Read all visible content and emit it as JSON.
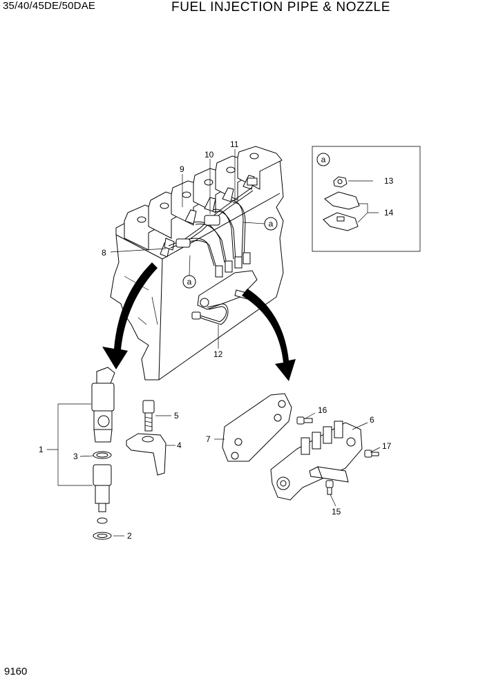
{
  "header": {
    "model": "35/40/45DE/50DAE",
    "title": "FUEL INJECTION PIPE & NOZZLE"
  },
  "page_number": "9160",
  "detail_view": {
    "reference_label": "a"
  },
  "callouts": {
    "c1": "1",
    "c2": "2",
    "c3": "3",
    "c4": "4",
    "c5": "5",
    "c6": "6",
    "c7": "7",
    "c8": "8",
    "c9": "9",
    "c10": "10",
    "c11": "11",
    "c12": "12",
    "c13": "13",
    "c14": "14",
    "c15": "15",
    "c16": "16",
    "c17": "17"
  },
  "ref_markers": {
    "r1": "a",
    "r2": "a"
  }
}
